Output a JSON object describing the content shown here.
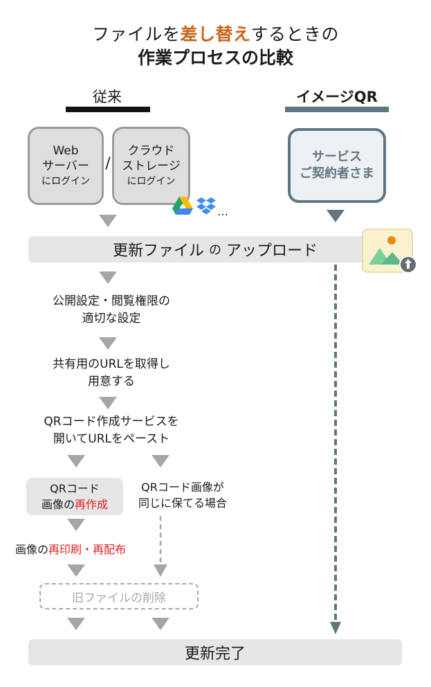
{
  "title": {
    "line1_pre": "ファイルを",
    "line1_hl1": "差し替え",
    "line1_mid": "するときの",
    "line2": "作業プロセスの比較"
  },
  "columns": {
    "left_label": "従来",
    "right_label": "イメージQR"
  },
  "sources": {
    "web_line1": "Web",
    "web_line2": "サーバー",
    "web_line3": "にログイン",
    "separator": "/",
    "cloud_line1": "クラウド",
    "cloud_line2": "ストレージ",
    "cloud_line3": "にログイン",
    "ellipsis": "…"
  },
  "qr_service": {
    "line1": "サービス",
    "line2": "ご契約者さま"
  },
  "upload_step": {
    "pre": "更新ファイル",
    "particle": "の",
    "post": "アップロード"
  },
  "steps": {
    "permissions_line1": "公開設定・閲覧権限の",
    "permissions_line2": "適切な設定",
    "url_line1": "共有用のURLを取得し",
    "url_line2": "用意する",
    "qrgen_line1": "QRコード作成サービスを",
    "qrgen_line2": "開いてURLをペースト"
  },
  "branch": {
    "recreate_line1": "QRコード",
    "recreate_line2_pre": "画像の",
    "recreate_line2_red": "再作成",
    "same_line1": "QRコード画像が",
    "same_line2": "同じに保てる場合",
    "reprint_pre": "画像の",
    "reprint_red": "再印刷・再配布"
  },
  "delete_step": "旧ファイルの削除",
  "complete": "更新完了",
  "colors": {
    "accent_orange": "#c8641e",
    "slate": "#5f7682",
    "arrow_gray": "#a6a6a6",
    "red": "#e02020",
    "box_gray": "#e6e6e6"
  }
}
